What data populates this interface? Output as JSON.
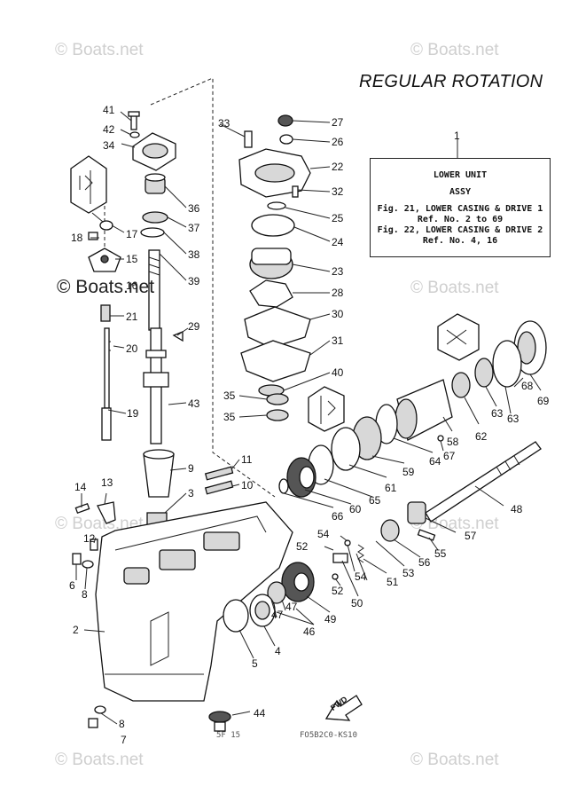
{
  "watermarks": {
    "top_left": "© Boats.net",
    "top_right": "© Boats.net",
    "mid_dark": "© Boats.net",
    "mid_right": "© Boats.net",
    "mid_left2": "© Boats.net",
    "mid_right2": "© Boats.net",
    "bottom_left": "© Boats.net",
    "bottom_right": "© Boats.net"
  },
  "title": "REGULAR ROTATION",
  "assy_box": {
    "number": "1",
    "line1": "LOWER UNIT",
    "line2": "ASSY",
    "line3": "Fig. 21, LOWER CASING & DRIVE 1",
    "line4": "Ref. No. 2 to 69",
    "line5": "Fig. 22, LOWER CASING & DRIVE 2",
    "line6": "Ref. No. 4, 16"
  },
  "fwd_label": "FWD",
  "footer_code": "FO5B2C0-KS10",
  "footer_code2": "5F  15",
  "callouts": [
    "41",
    "42",
    "34",
    "36",
    "37",
    "38",
    "39",
    "18",
    "17",
    "15",
    "16",
    "21",
    "20",
    "19",
    "29",
    "43",
    "9",
    "3",
    "11",
    "10",
    "14",
    "13",
    "12",
    "6",
    "8",
    "2",
    "8",
    "33",
    "27",
    "26",
    "22",
    "32",
    "25",
    "24",
    "23",
    "28",
    "30",
    "31",
    "40",
    "35",
    "35",
    "69",
    "68",
    "63",
    "63",
    "62",
    "58",
    "67",
    "64",
    "59",
    "61",
    "65",
    "60",
    "66",
    "48",
    "57",
    "54",
    "52",
    "55",
    "56",
    "53",
    "51",
    "54",
    "52",
    "50",
    "49",
    "47",
    "47",
    "46",
    "4",
    "5",
    "44",
    "7"
  ]
}
